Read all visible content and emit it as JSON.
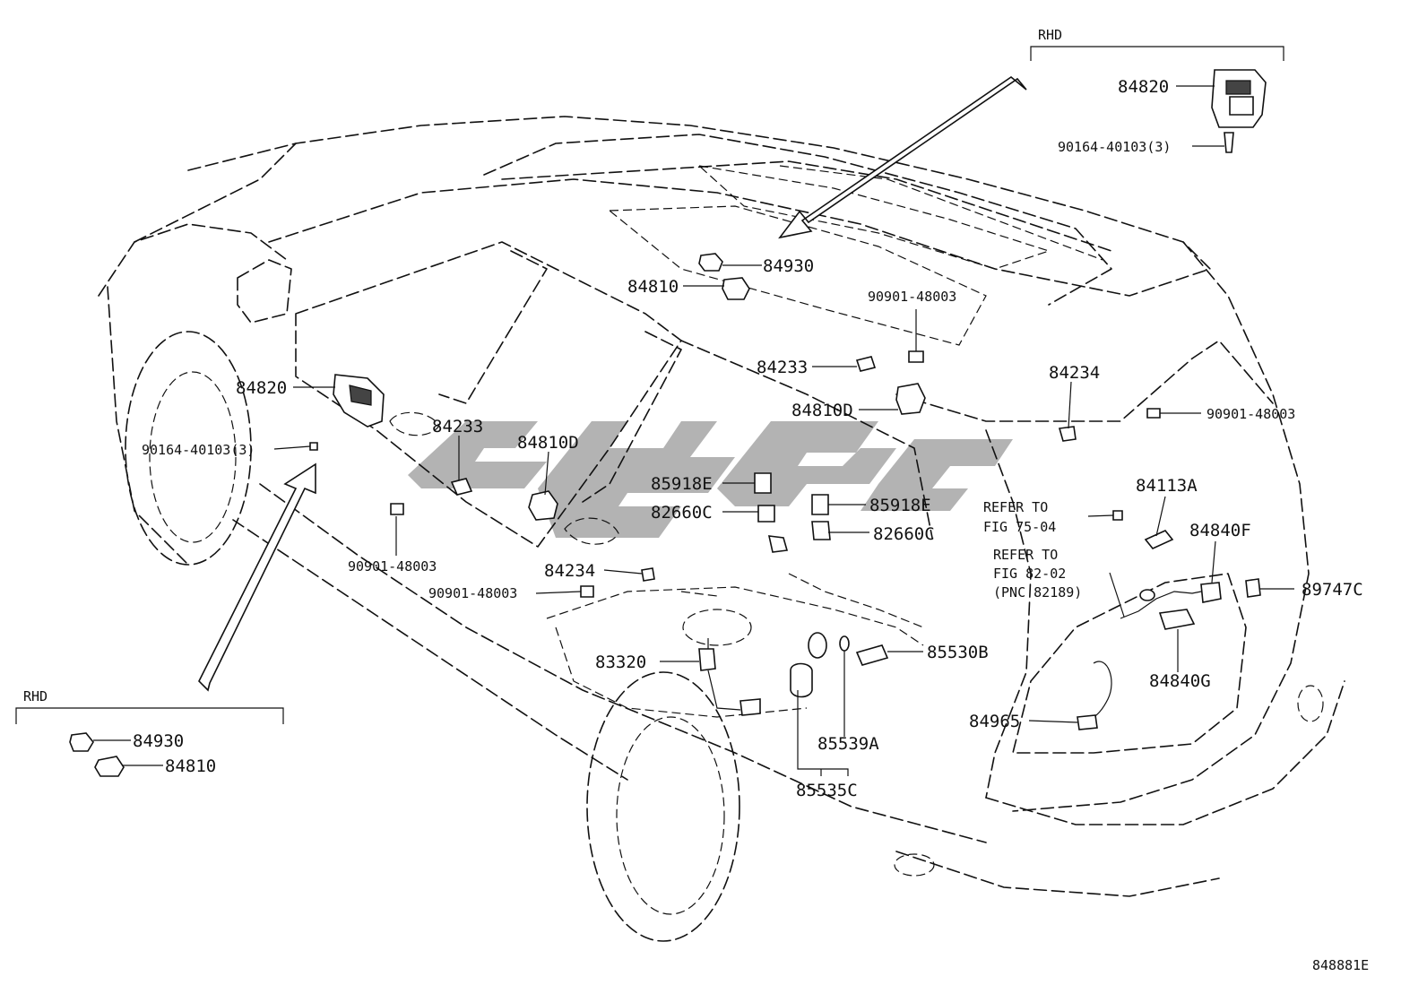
{
  "callouts": {
    "c01": "84820",
    "c02": "90164-40103(3)",
    "c03": "RHD",
    "c04": "84930",
    "c05": "84810",
    "c06": "90901-48003",
    "c07": "84233",
    "c08": "84810D",
    "c09": "84234",
    "c10": "90901-48003",
    "c11": "84820",
    "c12": "90164-40103(3)",
    "c13": "84233",
    "c14": "84810D",
    "c15": "85918E",
    "c16": "85918E",
    "c17": "82660C",
    "c18": "82660C",
    "c19": "90901-48003",
    "c20": "84234",
    "c21": "90901-48003",
    "c22": "84113A",
    "c23": "REFER TO",
    "c24": "FIG 75-04",
    "c25": "REFER TO",
    "c26": "FIG 82-02",
    "c27": "(PNC 82189)",
    "c28": "84840F",
    "c29": "89747C",
    "c30": "84840G",
    "c31": "85530B",
    "c32": "83320",
    "c33": "85539A",
    "c34": "84965",
    "c35": "85535C",
    "c36": "RHD",
    "c37": "84930",
    "c38": "84810",
    "c39": "848881E"
  }
}
